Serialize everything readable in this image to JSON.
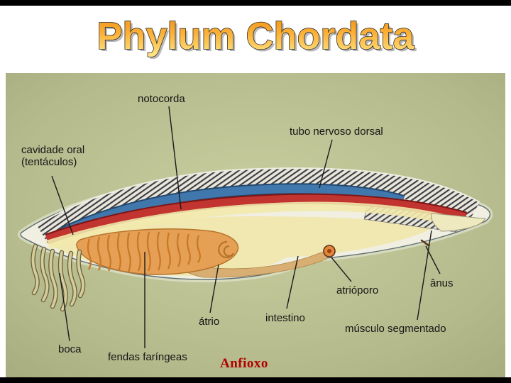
{
  "slide": {
    "title": "Phylum Chordata",
    "caption": "Anfioxo"
  },
  "labels": {
    "notocorda": "notocorda",
    "tubo_nervoso": "tubo nervoso dorsal",
    "cavidade_oral_line1": "cavidade oral",
    "cavidade_oral_line2": "(tentáculos)",
    "atrioporo": "atrióporo",
    "anus": "ânus",
    "atrio": "átrio",
    "intestino": "intestino",
    "musculo": "músculo segmentado",
    "boca": "boca",
    "fendas": "fendas faríngeas"
  },
  "colors": {
    "title_gradient_top": "#f59b1e",
    "title_gradient_mid": "#fbb23a",
    "title_gradient_bottom": "#ffe98c",
    "diagram_background": "#b4ba8c",
    "notochord_red": "#c23430",
    "nerve_cord_blue": "#4078ad",
    "pharynx_orange": "#e6a055",
    "body_cream": "#f0efe2",
    "caption_red": "#b30000"
  }
}
